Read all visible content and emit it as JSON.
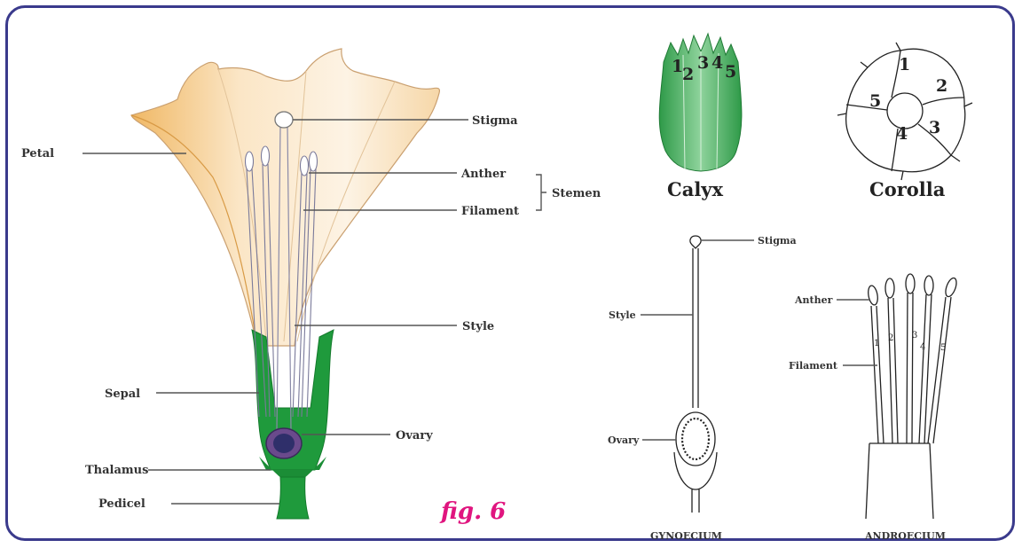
{
  "flower": {
    "labels": {
      "petal": "Petal",
      "stigma": "Stigma",
      "anther": "Anther",
      "filament": "Filament",
      "stamen": "Stemen",
      "style": "Style",
      "sepal": "Sepal",
      "ovary": "Ovary",
      "thalamus": "Thalamus",
      "pedicel": "Pedicel"
    },
    "figure_caption": "fig. 6"
  },
  "calyx": {
    "title": "Calyx",
    "numbers": [
      "1",
      "2",
      "3",
      "4",
      "5"
    ]
  },
  "corolla": {
    "title": "Corolla",
    "numbers": [
      "1",
      "2",
      "3",
      "4",
      "5"
    ]
  },
  "gynoecium": {
    "title": "GYNOECIUM",
    "labels": {
      "stigma": "Stigma",
      "style": "Style",
      "ovary": "Ovary"
    }
  },
  "androecium": {
    "title": "ANDROECIUM",
    "labels": {
      "anther": "Anther",
      "filament": "Filament"
    },
    "numbers": [
      "1",
      "2",
      "3",
      "4",
      "5"
    ]
  },
  "colors": {
    "border": "#3a3a8c",
    "petal": "#f6d7a8",
    "sepal": "#1f9a3c",
    "caption": "#e0157f"
  }
}
